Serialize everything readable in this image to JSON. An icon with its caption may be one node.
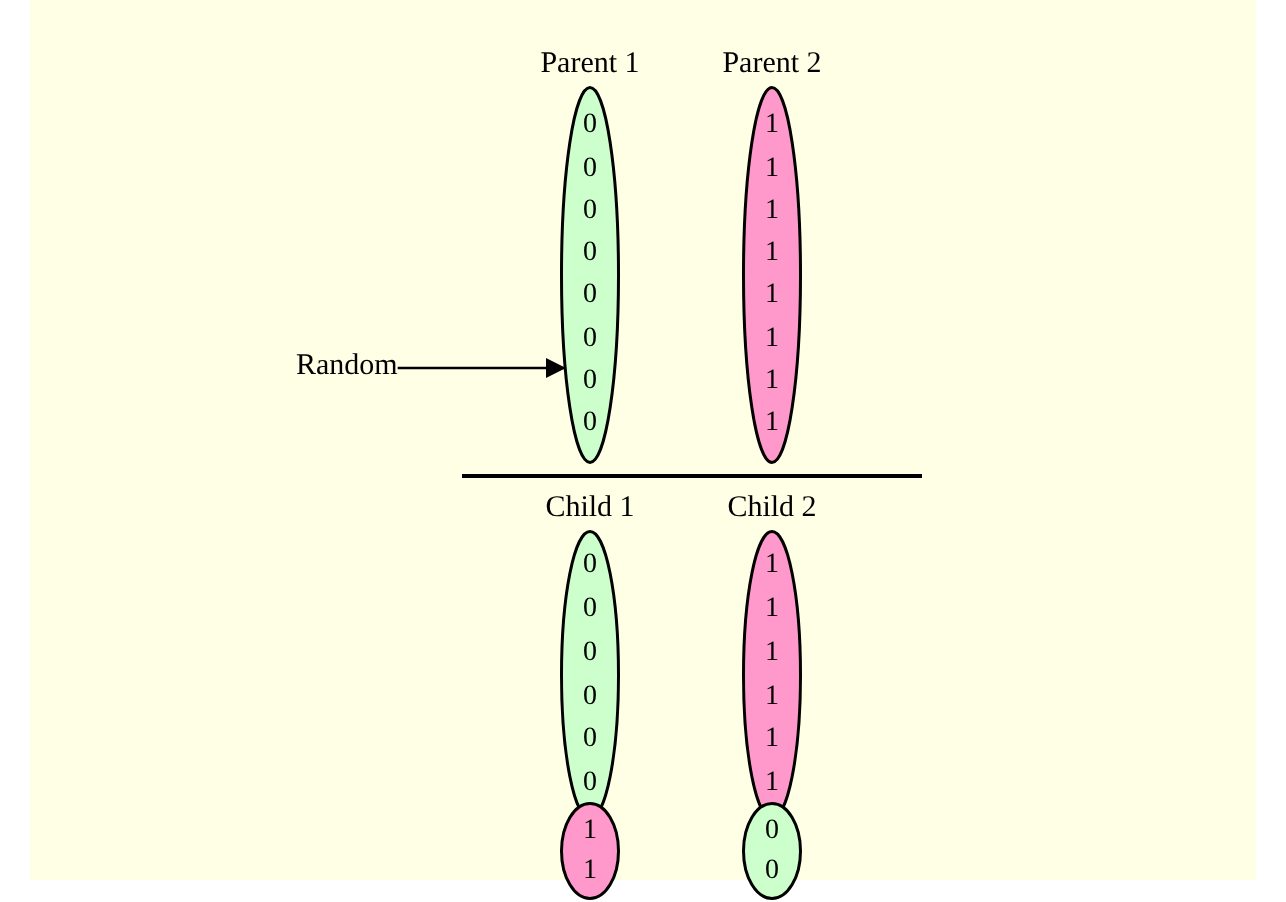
{
  "diagram": {
    "nodes": [
      {
        "text": [
          "Random"
        ]
      },
      {
        "text": [
          "Parent 1",
          "0 0 0 0 0 0 0 0"
        ]
      },
      {
        "text": [
          "Parent 2",
          "1 1 1 1 1 1 1 1"
        ]
      },
      {
        "text": [
          "Child 1",
          "0 0 0 0 0 0"
        ]
      },
      {
        "text": [
          "1 1"
        ]
      },
      {
        "text": [
          "Child 2",
          "1 1 1 1 1 1"
        ]
      },
      {
        "text": [
          "0 0"
        ]
      }
    ],
    "edges": [
      {
        "from": 0,
        "to": 1,
        "arrow": "to"
      }
    ]
  }
}
